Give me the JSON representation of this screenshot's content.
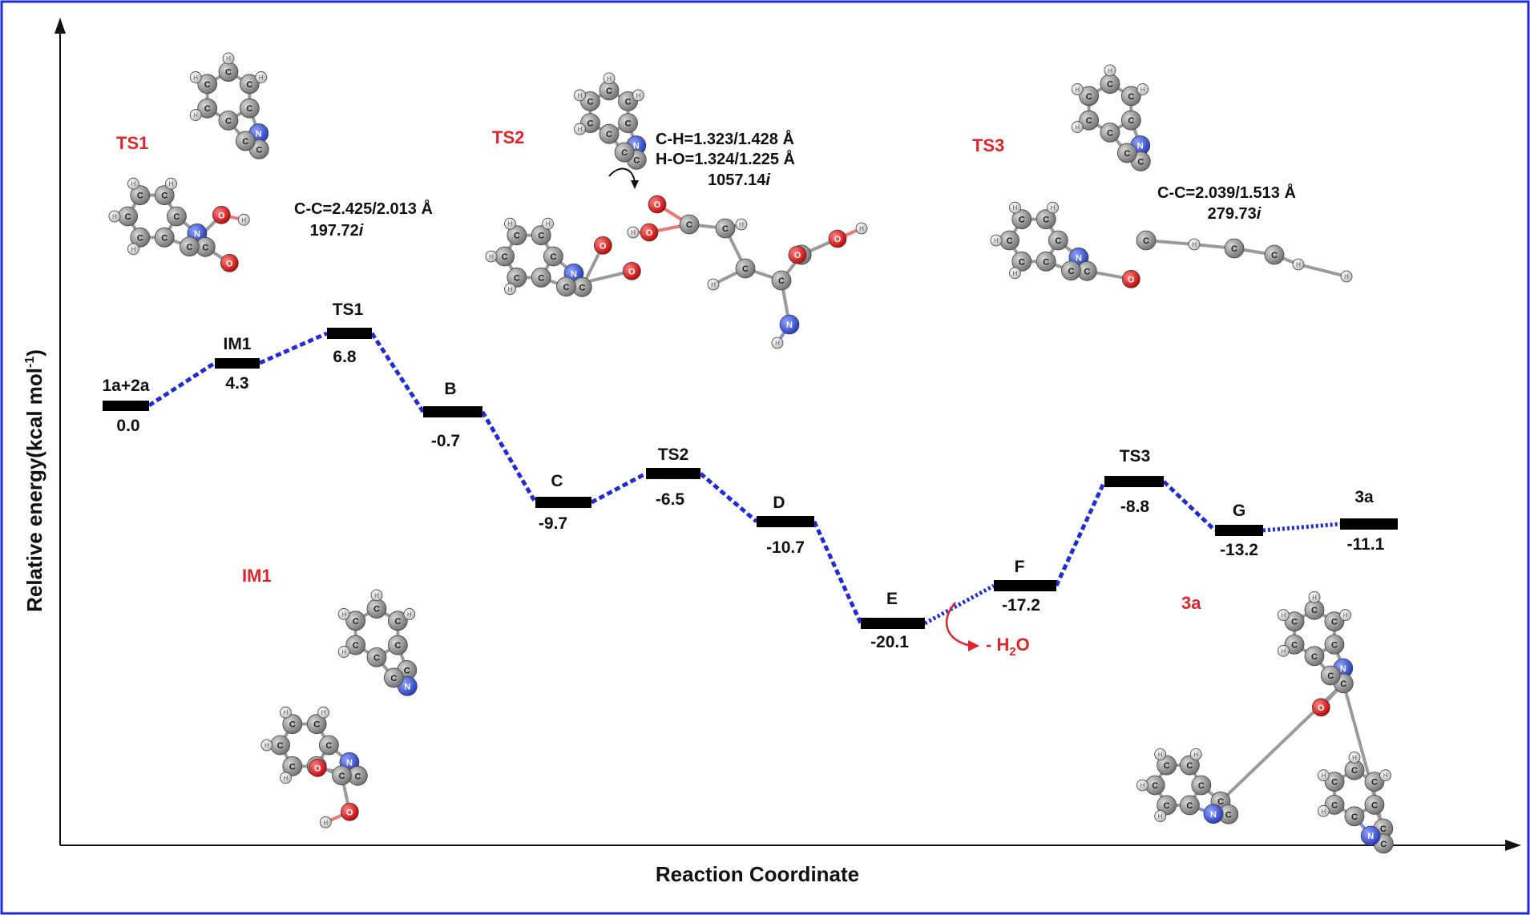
{
  "axes": {
    "ylabel_main": "Relative energy(kcal mol",
    "ylabel_sup": "-1",
    "ylabel_close": ")",
    "xlabel": "Reaction Coordinate"
  },
  "colors": {
    "frame": "#1f2bd6",
    "connector": "#1f2bd6",
    "level": "#000000",
    "red_label": "#e0242a",
    "carbon": "#8a8a8a",
    "nitrogen": "#2f4fd0",
    "oxygen": "#e01616",
    "hydrogen": "#e8e8e8"
  },
  "levels": [
    {
      "id": "1a+2a",
      "label": "1a+2a",
      "value": "0.0"
    },
    {
      "id": "IM1",
      "label": "IM1",
      "value": "4.3"
    },
    {
      "id": "TS1",
      "label": "TS1",
      "value": "6.8"
    },
    {
      "id": "B",
      "label": "B",
      "value": "-0.7"
    },
    {
      "id": "C",
      "label": "C",
      "value": "-9.7"
    },
    {
      "id": "TS2",
      "label": "TS2",
      "value": "-6.5"
    },
    {
      "id": "D",
      "label": "D",
      "value": "-10.7"
    },
    {
      "id": "E",
      "label": "E",
      "value": "-20.1"
    },
    {
      "id": "F",
      "label": "F",
      "value": "-17.2"
    },
    {
      "id": "TS3",
      "label": "TS3",
      "value": "-8.8"
    },
    {
      "id": "G",
      "label": "G",
      "value": "-13.2"
    },
    {
      "id": "3a",
      "label": "3a",
      "value": "-11.1"
    }
  ],
  "water_loss": {
    "prefix": "- H",
    "sub": "2",
    "suffix": "O"
  },
  "structures": {
    "ts1": {
      "label": "TS1",
      "line1": "C-C=2.425/2.013 Å",
      "line2_num": "197.72",
      "line2_i": "i"
    },
    "ts2": {
      "label": "TS2",
      "line1": "C-H=1.323/1.428 Å",
      "line2": "H-O=1.324/1.225 Å",
      "line3_num": "1057.14",
      "line3_i": "i"
    },
    "ts3": {
      "label": "TS3",
      "line1": "C-C=2.039/1.513 Å",
      "line2_num": "279.73",
      "line2_i": "i"
    },
    "im1": {
      "label": "IM1"
    },
    "p3a": {
      "label": "3a"
    }
  },
  "atom_letters": {
    "carbon": "C",
    "nitrogen": "N",
    "oxygen": "O",
    "hydrogen": "H"
  }
}
